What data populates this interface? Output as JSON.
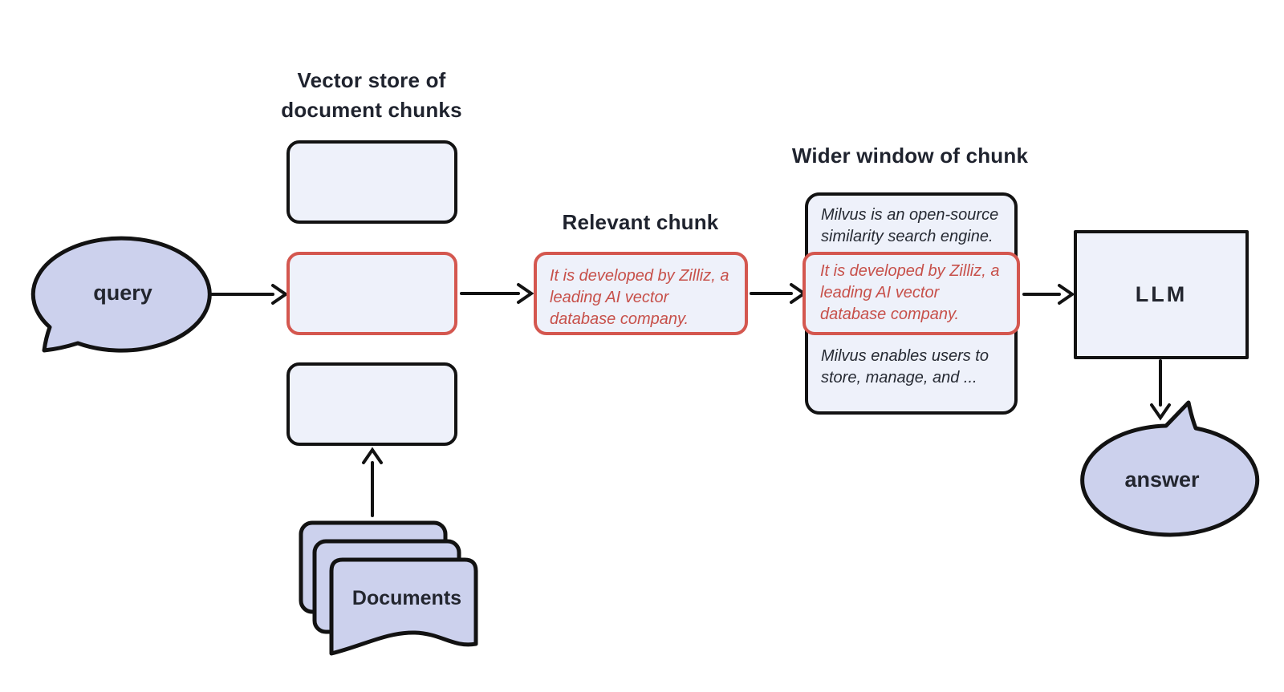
{
  "titles": {
    "vector_store": "Vector store of document chunks",
    "relevant_chunk": "Relevant chunk",
    "wider_window": "Wider window of chunk"
  },
  "nodes": {
    "query": "query",
    "llm": "LLM",
    "answer": "answer",
    "documents": "Documents"
  },
  "chunks": {
    "relevant": "It is developed by Zilliz, a leading AI vector database company.",
    "window_before": "Milvus is an open-source similarity search engine.",
    "window_highlight": "It is developed by Zilliz, a leading AI vector database company.",
    "window_after": "Milvus enables users to store, manage, and ..."
  },
  "colors": {
    "highlight_border_red": "#d4574f",
    "highlight_text_red": "#c7504a",
    "bubble_fill": "#ccd1ed",
    "chunk_fill": "#eef1fa",
    "stroke_black": "#121212",
    "heading_text": "#1f232e",
    "body_text": "#262a33",
    "background": "#ffffff"
  }
}
